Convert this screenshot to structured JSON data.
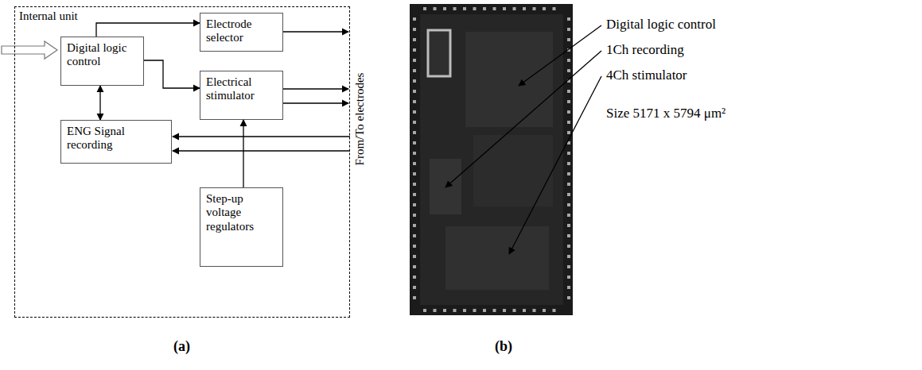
{
  "diagram": {
    "nodes": [
      {
        "text": [
          "Internal unit"
        ]
      },
      {
        "text": [
          "Digital logic control"
        ],
        "in": 0
      },
      {
        "text": [
          "Electrode selector"
        ],
        "in": 0
      },
      {
        "text": [
          "Electrical stimulator"
        ],
        "in": 0
      },
      {
        "text": [
          "ENG Signal recording"
        ],
        "in": 0
      },
      {
        "text": [
          "Step-up voltage regulators"
        ],
        "in": 0
      }
    ],
    "edges": [
      {
        "from": 1,
        "to": 2,
        "arrow": "to"
      },
      {
        "from": 1,
        "to": 3,
        "arrow": "to"
      },
      {
        "from": 1,
        "to": 4,
        "arrow": "both"
      },
      {
        "from": 5,
        "to": 3,
        "arrow": "to"
      }
    ],
    "labels": [
      "From/To electrodes",
      "(a)",
      "(b)",
      "Digital logic control",
      "1Ch recording",
      "4Ch stimulator",
      "Size 5171 x 5794 μm²"
    ]
  }
}
